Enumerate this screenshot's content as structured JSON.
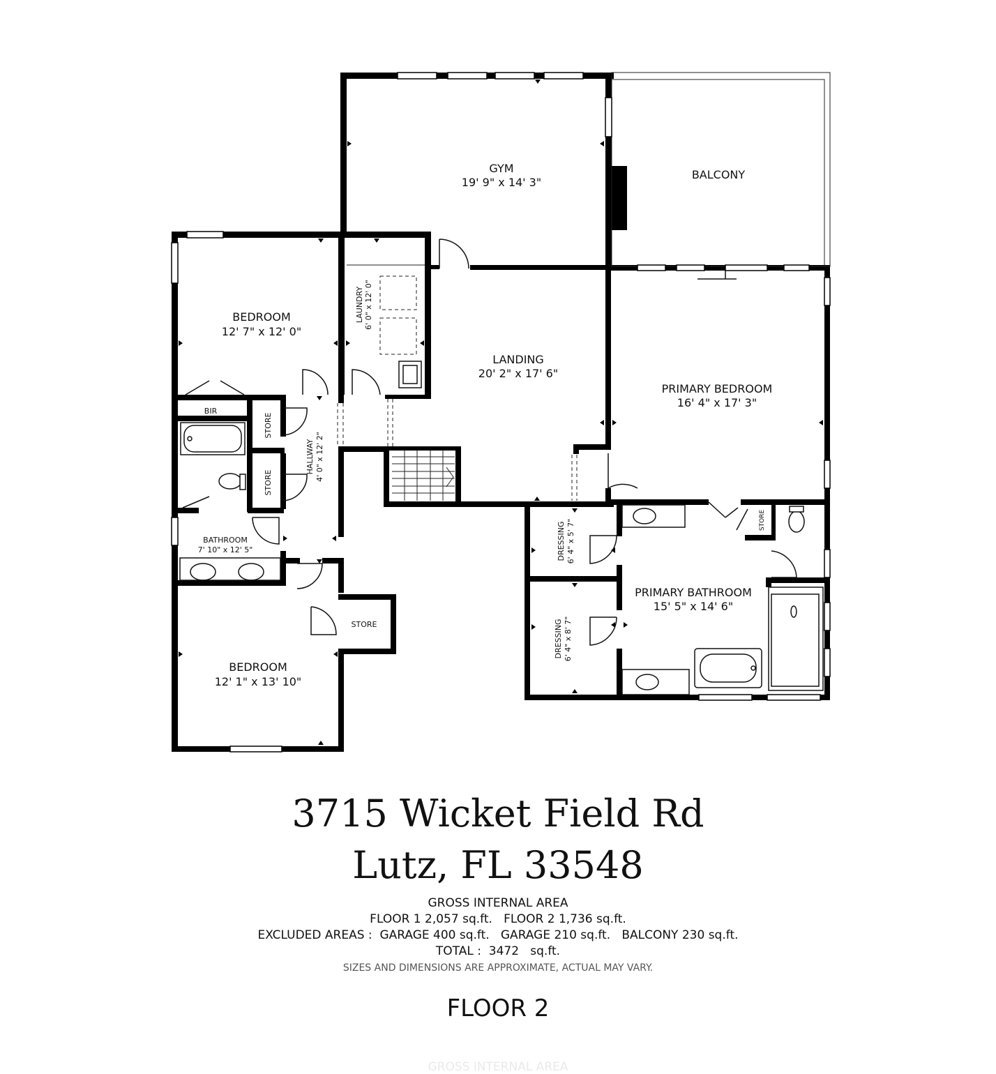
{
  "rooms": {
    "gym": {
      "name": "GYM",
      "dims": "19' 9\" x 14' 3\""
    },
    "balcony": {
      "name": "BALCONY"
    },
    "laundry": {
      "name": "LAUNDRY",
      "dims": "6' 0\" x 12' 0\""
    },
    "landing": {
      "name": "LANDING",
      "dims": "20' 2\" x 17' 6\""
    },
    "bedroom1": {
      "name": "BEDROOM",
      "dims": "12' 7\" x 12' 0\""
    },
    "bir": {
      "name": "BIR"
    },
    "store1": {
      "name": "STORE"
    },
    "store2": {
      "name": "STORE"
    },
    "hallway": {
      "name": "HALLWAY",
      "dims": "4' 0\" x 12' 2\""
    },
    "bathroom": {
      "name": "BATHROOM",
      "dims": "7' 10\" x 12' 5\""
    },
    "store3": {
      "name": "STORE"
    },
    "bedroom2": {
      "name": "BEDROOM",
      "dims": "12' 1\" x 13' 10\""
    },
    "primary_bedroom": {
      "name": "PRIMARY BEDROOM",
      "dims": "16' 4\" x 17' 3\""
    },
    "store4": {
      "name": "STORE"
    },
    "dressing1": {
      "name": "DRESSING",
      "dims": "6' 4\" x 5' 7\""
    },
    "dressing2": {
      "name": "DRESSING",
      "dims": "6' 4\" x 8' 7\""
    },
    "primary_bathroom": {
      "name": "PRIMARY BATHROOM",
      "dims": "15' 5\" x 14' 6\""
    }
  },
  "address": {
    "line1": "3715 Wicket Field Rd",
    "line2": "Lutz, FL 33548"
  },
  "area": {
    "heading": "GROSS INTERNAL AREA",
    "floors": "FLOOR 1 2,057 sq.ft.   FLOOR 2 1,736 sq.ft.",
    "excluded": "EXCLUDED AREAS :  GARAGE 400 sq.ft.   GARAGE 210 sq.ft.   BALCONY 230 sq.ft.",
    "total": "TOTAL :  3472   sq.ft.",
    "disclaimer": "SIZES AND DIMENSIONS ARE APPROXIMATE, ACTUAL MAY VARY."
  },
  "floor_label": "FLOOR 2",
  "ghost_heading": "GROSS INTERNAL AREA"
}
